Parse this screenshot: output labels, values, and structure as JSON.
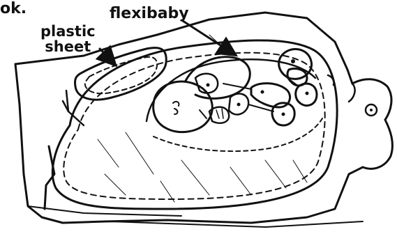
{
  "labels": {
    "corner_text": "ok.",
    "plastic_line1": "plastic",
    "plastic_line2": "sheet",
    "flexibaby": "flexibaby"
  },
  "icons": {
    "pointer_arrow": "arrow-icon",
    "baby": "flexible-baby-doll",
    "mannequin": "pregnant-mannequin-torso"
  },
  "colors": {
    "ink": "#111111",
    "background": "#ffffff"
  }
}
